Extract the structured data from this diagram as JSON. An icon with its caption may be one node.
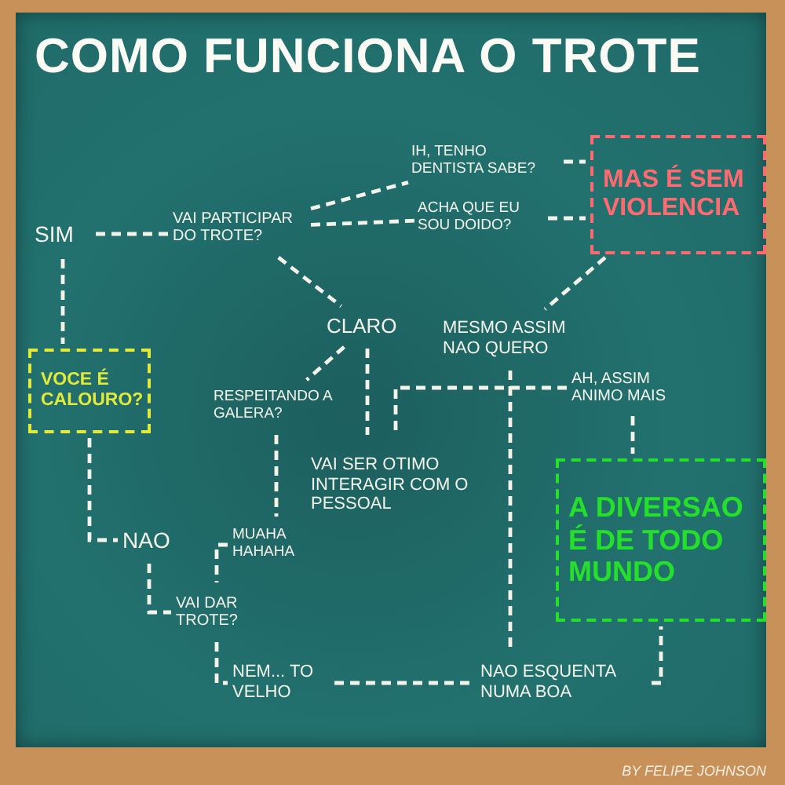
{
  "diagram": {
    "title": "COMO FUNCIONA O TROTE",
    "nodes": [
      {
        "text": [
          "SIM"
        ]
      },
      {
        "text": [
          "VAI PARTICIPAR DO TROTE?"
        ]
      },
      {
        "text": [
          "IH, TENHO DENTISTA SABE?"
        ]
      },
      {
        "text": [
          "ACHA QUE EU SOU DOIDO?"
        ]
      },
      {
        "text": [
          "MAS É SEM VIOLENCIA"
        ]
      },
      {
        "text": [
          "CLARO"
        ]
      },
      {
        "text": [
          "MESMO ASSIM NAO QUERO"
        ]
      },
      {
        "text": [
          "AH, ASSIM ANIMO MAIS"
        ]
      },
      {
        "text": [
          "VOCE É CALOURO?"
        ]
      },
      {
        "text": [
          "RESPEITANDO A GALERA?"
        ]
      },
      {
        "text": [
          "VAI SER OTIMO INTERAGIR COM O PESSOAL"
        ]
      },
      {
        "text": [
          "A DIVERSAO É DE TODO MUNDO"
        ]
      },
      {
        "text": [
          "NAO"
        ]
      },
      {
        "text": [
          "MUAHA HAHAHA"
        ]
      },
      {
        "text": [
          "VAI DAR TROTE?"
        ]
      },
      {
        "text": [
          "NEM... TO VELHO"
        ]
      },
      {
        "text": [
          "NAO ESQUENTA NUMA BOA"
        ]
      }
    ],
    "edges": [
      {
        "from": 0,
        "to": 1,
        "arrow": "none",
        "style": "dashed"
      },
      {
        "from": 0,
        "to": 8,
        "arrow": "none",
        "style": "dashed"
      },
      {
        "from": 8,
        "to": 12,
        "arrow": "none",
        "style": "dashed"
      },
      {
        "from": 1,
        "to": 2,
        "arrow": "none",
        "style": "dashed"
      },
      {
        "from": 1,
        "to": 3,
        "arrow": "none",
        "style": "dashed"
      },
      {
        "from": 1,
        "to": 5,
        "arrow": "none",
        "style": "dashed"
      },
      {
        "from": 2,
        "to": 4,
        "arrow": "none",
        "style": "dashed"
      },
      {
        "from": 3,
        "to": 4,
        "arrow": "none",
        "style": "dashed"
      },
      {
        "from": 4,
        "to": 6,
        "arrow": "none",
        "style": "dashed"
      },
      {
        "from": 5,
        "to": 9,
        "arrow": "none",
        "style": "dashed"
      },
      {
        "from": 5,
        "to": 10,
        "arrow": "none",
        "style": "dashed"
      },
      {
        "from": 7,
        "to": 10,
        "arrow": "none",
        "style": "dashed"
      },
      {
        "from": 6,
        "to": 16,
        "arrow": "none",
        "style": "dashed"
      },
      {
        "from": 7,
        "to": 11,
        "arrow": "none",
        "style": "dashed"
      },
      {
        "from": 9,
        "to": 13,
        "arrow": "none",
        "style": "dashed"
      },
      {
        "from": 12,
        "to": 14,
        "arrow": "none",
        "style": "dashed"
      },
      {
        "from": 13,
        "to": 14,
        "arrow": "none",
        "style": "dashed"
      },
      {
        "from": 14,
        "to": 15,
        "arrow": "none",
        "style": "dashed"
      },
      {
        "from": 15,
        "to": 16,
        "arrow": "none",
        "style": "dashed"
      },
      {
        "from": 16,
        "to": 11,
        "arrow": "none",
        "style": "dashed"
      }
    ],
    "labels": [
      "BY FELIPE JOHNSON"
    ]
  }
}
